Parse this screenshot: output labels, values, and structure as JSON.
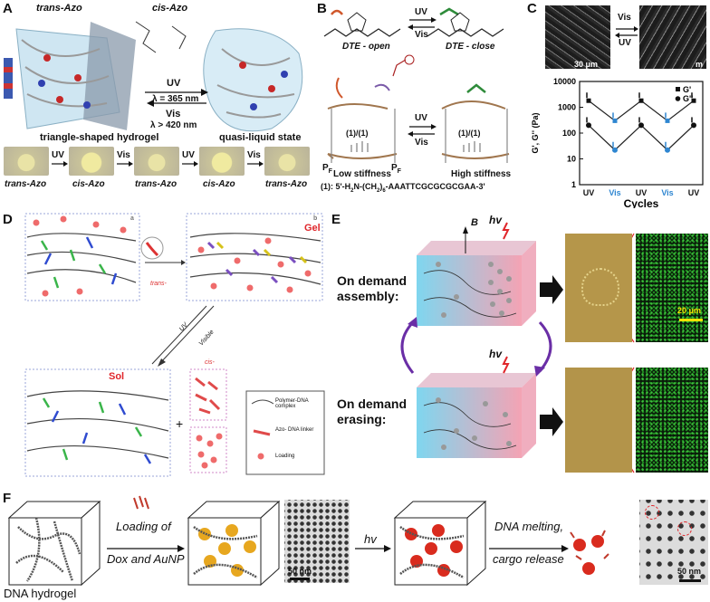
{
  "panels": {
    "A": {
      "label": "A",
      "trans_title": "trans-Azo",
      "cis_title": "cis-Azo",
      "uv": "UV",
      "uv_wave": "λ = 365 nm",
      "vis": "Vis",
      "vis_wave": "λ > 420 nm",
      "left_caption": "triangle-shaped  hydrogel",
      "right_caption": "quasi-liquid state",
      "photos": [
        "trans-Azo",
        "cis-Azo",
        "trans-Azo",
        "cis-Azo",
        "trans-Azo"
      ],
      "arrows": [
        "UV",
        "Vis",
        "UV",
        "Vis"
      ]
    },
    "B": {
      "label": "B",
      "open": "DTE - open",
      "close": "DTE - close",
      "uv": "UV",
      "vis": "Vis",
      "uv2": "UV",
      "vis2": "Vis",
      "ratio_left": "(1)/(1)",
      "ratio_right": "(1)/(1)",
      "pf": "P",
      "pf_sub": "F",
      "low": "Low stiffness",
      "high": "High stiffness",
      "seq": "(1): 5'-H",
      "seq_sub1": "2",
      "seq_mid": "N-(CH",
      "seq_sub2": "2",
      "seq_end": ")",
      "seq_sub3": "6",
      "seq_tail": "-AAATTCGCGCGCGAA-3'"
    },
    "C": {
      "label": "C",
      "vis": "Vis",
      "uv": "UV",
      "scale1": "30 μm",
      "scale2": "m",
      "legend_g1": "G'",
      "legend_g2": "G''"
    },
    "D": {
      "label": "D",
      "gel": "Gel",
      "sol": "Sol",
      "uv": "UV",
      "visible": "Visible",
      "trans": "trans-",
      "cis": "cis-",
      "plus": "+",
      "legend": [
        "Polymer-DNA complex",
        "Azo- DNA linker",
        "Loading"
      ],
      "sub_a": "a",
      "sub_b": "b"
    },
    "E": {
      "label": "E",
      "assembly": "On demand assembly:",
      "erasing": "On demand erasing:",
      "b_field": "B",
      "hv1": "hv",
      "hv2": "hv",
      "scale": "20 μm"
    },
    "F": {
      "label": "F",
      "hydrogel": "DNA hydrogel",
      "loading1": "Loading of",
      "loading2": "Dox and AuNP",
      "hv": "hv",
      "melting1": "DNA melting,",
      "melting2": "cargo release",
      "scale1": "50 nm",
      "scale2": "50 nm"
    }
  },
  "chart_data": {
    "type": "line",
    "title": "",
    "xlabel": "Cycles",
    "ylabel": "G', G'' (Pa)",
    "yscale": "log",
    "ylim": [
      1,
      10000
    ],
    "yticks": [
      "1",
      "10",
      "100",
      "1000",
      "10000"
    ],
    "categories": [
      "UV",
      "Vis",
      "UV",
      "Vis",
      "UV"
    ],
    "series": [
      {
        "name": "G'",
        "values": [
          1800,
          300,
          1800,
          300,
          1800
        ]
      },
      {
        "name": "G''",
        "values": [
          200,
          22,
          200,
          22,
          200
        ]
      }
    ],
    "colors": {
      "uv": "#111111",
      "vis": "#2e86d1"
    }
  }
}
